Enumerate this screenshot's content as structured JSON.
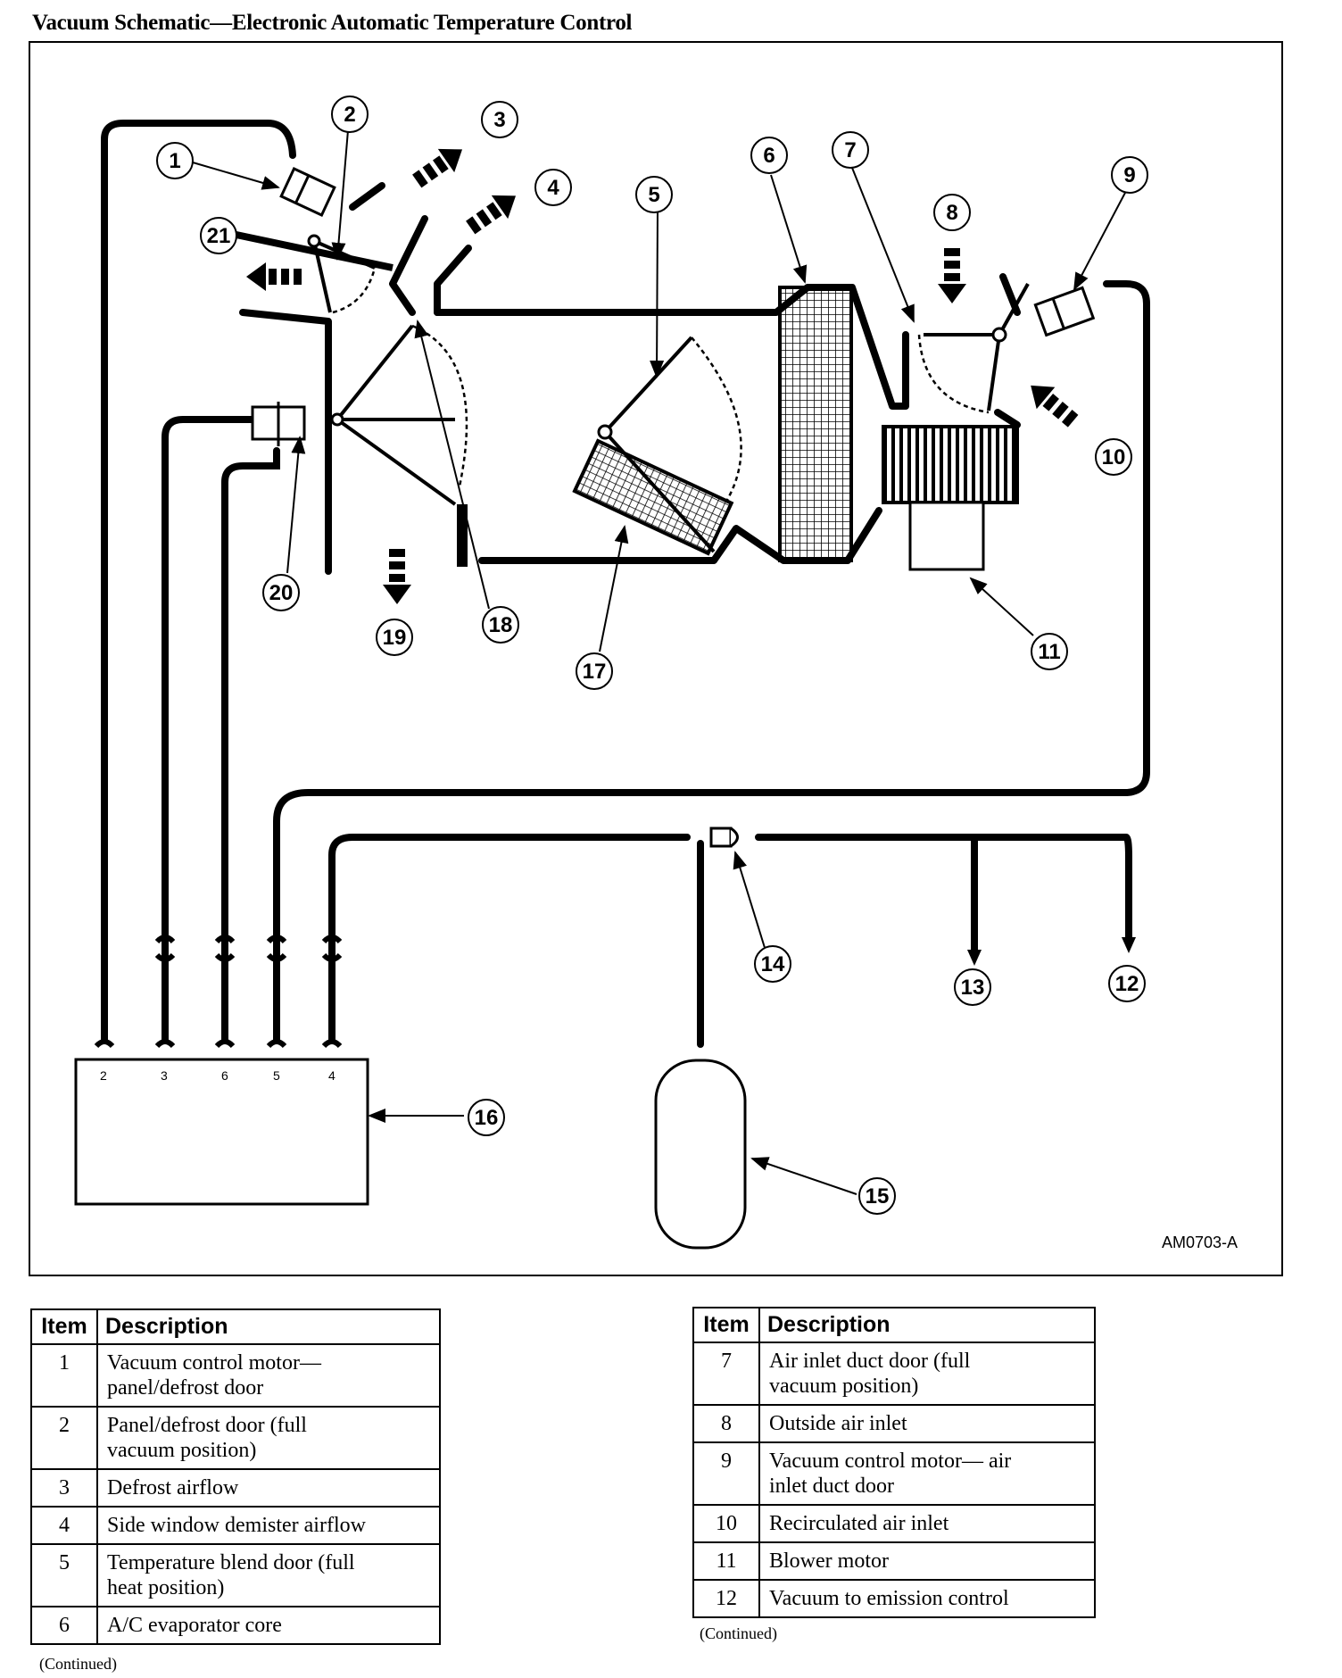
{
  "title": "Vacuum Schematic—Electronic Automatic Temperature Control",
  "figure_code": "AM0703-A",
  "callouts": [
    "1",
    "2",
    "3",
    "4",
    "5",
    "6",
    "7",
    "8",
    "9",
    "10",
    "11",
    "12",
    "13",
    "14",
    "15",
    "16",
    "17",
    "18",
    "19",
    "20",
    "21"
  ],
  "control_ports": [
    "2",
    "3",
    "6",
    "5",
    "4"
  ],
  "legend_left": {
    "header_item": "Item",
    "header_desc": "Description",
    "rows": [
      {
        "item": "1",
        "line1": "Vacuum control motor—",
        "line2": "panel/defrost door"
      },
      {
        "item": "2",
        "line1": "Panel/defrost door (full",
        "line2": "vacuum position)"
      },
      {
        "item": "3",
        "line1": "Defrost airflow",
        "line2": ""
      },
      {
        "item": "4",
        "line1": "Side window demister airflow",
        "line2": ""
      },
      {
        "item": "5",
        "line1": "Temperature blend door (full",
        "line2": "heat position)"
      },
      {
        "item": "6",
        "line1": "A/C evaporator core",
        "line2": ""
      }
    ],
    "continued": "(Continued)"
  },
  "legend_right": {
    "header_item": "Item",
    "header_desc": "Description",
    "rows": [
      {
        "item": "7",
        "line1": "Air inlet duct door (full",
        "line2": "vacuum position)"
      },
      {
        "item": "8",
        "line1": "Outside air inlet",
        "line2": ""
      },
      {
        "item": "9",
        "line1": "Vacuum control motor— air",
        "line2": "inlet duct door"
      },
      {
        "item": "10",
        "line1": "Recirculated air inlet",
        "line2": ""
      },
      {
        "item": "11",
        "line1": "Blower motor",
        "line2": ""
      },
      {
        "item": "12",
        "line1": "Vacuum to emission control",
        "line2": ""
      }
    ],
    "continued": "(Continued)"
  }
}
